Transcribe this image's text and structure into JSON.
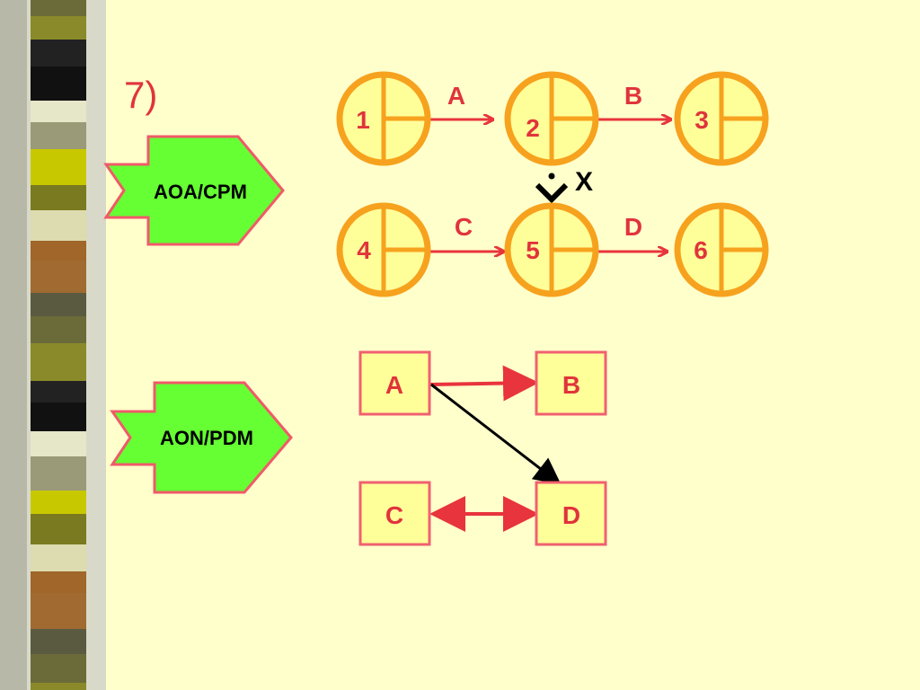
{
  "slide": {
    "number_label": "7)"
  },
  "aoa": {
    "label": "AOA/CPM",
    "nodes": [
      "1",
      "2",
      "3",
      "4",
      "5",
      "6"
    ],
    "activities": [
      "A",
      "B",
      "C",
      "D"
    ],
    "dummy_label": "X"
  },
  "aon": {
    "label": "AON/PDM",
    "boxes": [
      "A",
      "B",
      "C",
      "D"
    ]
  },
  "colors": {
    "background": "#ffffcc",
    "node_stroke": "#f6a21e",
    "node_fill": "#ffff99",
    "arrow_red": "#e8343c",
    "callout_fill": "#66ff33",
    "callout_stroke": "#f05a6a",
    "box_fill": "#ffff99",
    "box_stroke": "#f06070"
  }
}
